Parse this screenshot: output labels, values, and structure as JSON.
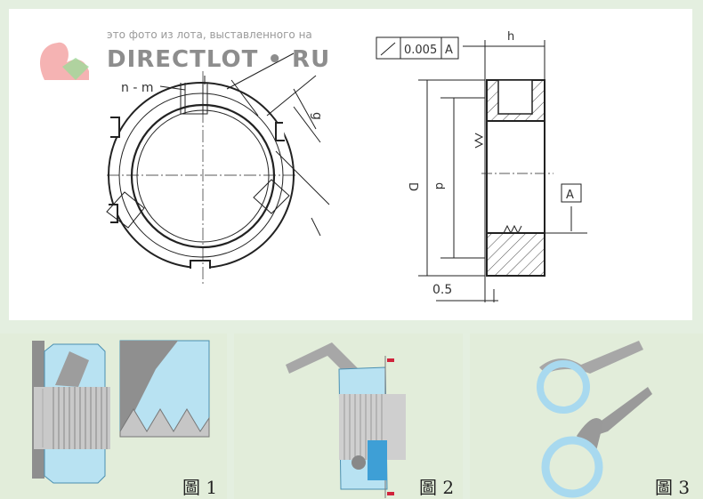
{
  "watermark": {
    "caption": "это фото из лота, выставленного на",
    "brand": "DIRECTLOT • RU"
  },
  "drawing": {
    "front_view_labels": {
      "slot_count": "n - m",
      "slot_width": "g"
    },
    "section_labels": {
      "runout_tolerance": "0.005",
      "datum_ref": "A",
      "datum": "A",
      "height": "h",
      "outer_diameter": "D",
      "thread_diameter": "d",
      "chamfer": "0.5"
    }
  },
  "figures": [
    {
      "label": "圖 1"
    },
    {
      "label": "圖 2"
    },
    {
      "label": "圖 3"
    }
  ],
  "colors": {
    "part_blue": "#b8e2f2",
    "panel_bg": "#e2edda",
    "steel": "#a9a9a9",
    "arrow_red": "#d0243c"
  }
}
